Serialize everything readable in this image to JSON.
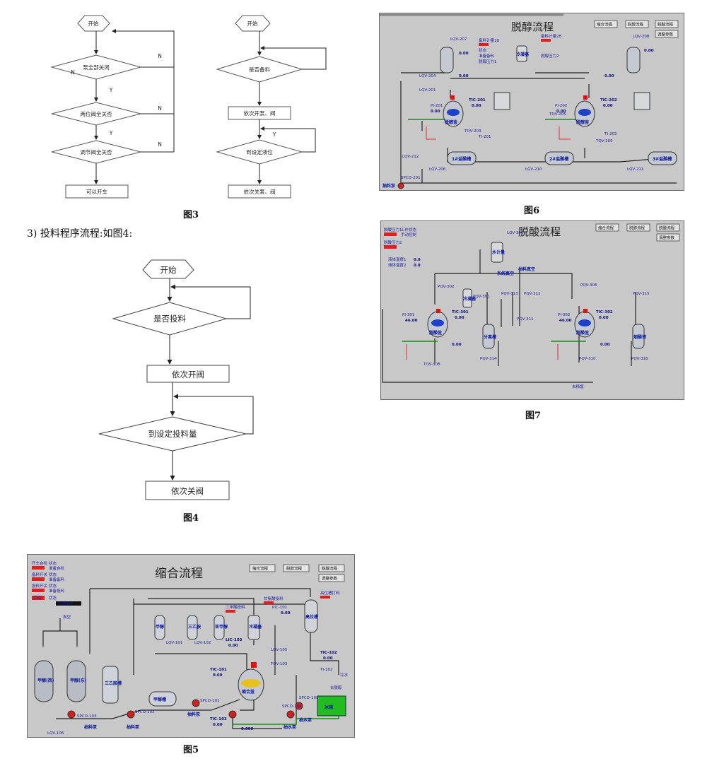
{
  "fig3": {
    "left": {
      "start": "开始",
      "q1": "泵全部关闭",
      "q2": "两位阀全关否",
      "q3": "调节阀全关否",
      "end": "可以开车",
      "n_labels": [
        "N",
        "N",
        "N"
      ],
      "n_inside": "N",
      "y_labels": [
        "Y",
        "Y"
      ]
    },
    "right": {
      "start": "开始",
      "q1": "是否备料",
      "b1": "依次开泵、阀",
      "q2": "到设定液位",
      "end": "依次关泵、阀",
      "y_label": "Y"
    },
    "caption": "图3"
  },
  "para": "3) 投料程序流程:如图4:",
  "fig4": {
    "start": "开始",
    "q1": "是否投料",
    "b1": "依次开阀",
    "q2": "到设定投料量",
    "b2": "依次关阀",
    "caption": "图4"
  },
  "fig5": {
    "title": "缩合流程",
    "buttons": [
      "缩合流程",
      "脱醇流程",
      "脱酸流程",
      "调整参数"
    ],
    "status": [
      {
        "label": "开车自检",
        "state": "状态",
        "value": "准备自检"
      },
      {
        "label": "备料开关",
        "state": "状态",
        "value": "准备备料"
      },
      {
        "label": "投料开关",
        "state": "状态",
        "value": "准备投料"
      },
      {
        "label": "手动",
        "state": "状态",
        "value": "手动操作"
      }
    ],
    "vacuum": "真空",
    "vessels": [
      "甲醇(西)",
      "甲醇(东)",
      "三乙胺槽",
      "甲醇槽",
      "甲醇",
      "三乙胺",
      "亚甲醇",
      "冷凝器",
      "高位槽",
      "缩合釜",
      "冰箱"
    ],
    "pumps": [
      "抽料泵",
      "抽料泵",
      "抽料泵",
      "抽水泵",
      "抽水泵"
    ],
    "tags": [
      "LQV-106",
      "SPCO-103",
      "SPCO-102",
      "SPCO-101",
      "LQV-101",
      "LQV-102",
      "LIC-103",
      "TIC-101",
      "TIC-103",
      "TIC-102",
      "PIC-101",
      "LQV-105",
      "SPCO-104",
      "SPCO-105",
      "FQV-103",
      "TI-102"
    ],
    "values": [
      "0.00",
      "0.00",
      "0.00",
      "0.00",
      "0.00",
      "0.000"
    ],
    "notes": [
      "二甲酸投料",
      "甘氨酸投料",
      "高位槽打料",
      "去脱醇",
      "冷水"
    ],
    "caption": "图5"
  },
  "fig6": {
    "title": "脱醇流程",
    "buttons": [
      "缩合流程",
      "脱醇流程",
      "脱酸流程",
      "调整参数"
    ],
    "labels": [
      "备料计量18",
      "备料计量28",
      "状态",
      "准备备料",
      "脱醇压力1",
      "脱醇压力2",
      "冷凝器",
      "脱醇釜",
      "脱醇釜",
      "1#盐酸槽",
      "2#盐酸槽",
      "3#盐酸槽",
      "抽料泵"
    ],
    "tags": [
      "LQV-207",
      "LQV-208",
      "LQV-204",
      "LQV-201",
      "PI-201",
      "TIC-201",
      "TIC-202",
      "PI-202",
      "TQV-203",
      "TQV-205",
      "TI-201",
      "TI-202",
      "TQV-209",
      "LQV-206",
      "LQV-210",
      "LQV-211",
      "LQV-212",
      "SPCO-201"
    ],
    "values": [
      "0.00",
      "0.00",
      "0.00",
      "0.00",
      "0.00",
      "0.00",
      "0.00",
      "0.00"
    ],
    "caption": "图6"
  },
  "fig7": {
    "title": "脱酸流程",
    "buttons": [
      "缩合流程",
      "脱醇流程",
      "脱酸流程",
      "调整参数"
    ],
    "labels": [
      "脱酸压力1",
      "脱酸压力2",
      "工作状态",
      "手动控制",
      "液体温度1",
      "液体温度2",
      "水计量",
      "系统真空",
      "抽料真空",
      "脱酸釜",
      "脱酸釜",
      "冷凝器",
      "分离槽",
      "烟酸塔",
      "去精馏"
    ],
    "tags": [
      "LQV-300",
      "PQV-302",
      "PQV-301",
      "PQV-313",
      "PI-301",
      "TIC-301",
      "TIC-302",
      "PI-302",
      "PQV-306",
      "PQV-310",
      "PQV-311",
      "PQV-312",
      "PQV-314",
      "PQV-315",
      "PQV-316",
      "TQV-308"
    ],
    "values": [
      "46.00",
      "46.00",
      "0.00",
      "0.00",
      "0.00",
      "0.00",
      "0.0",
      "0.0"
    ],
    "caption": "图7"
  }
}
